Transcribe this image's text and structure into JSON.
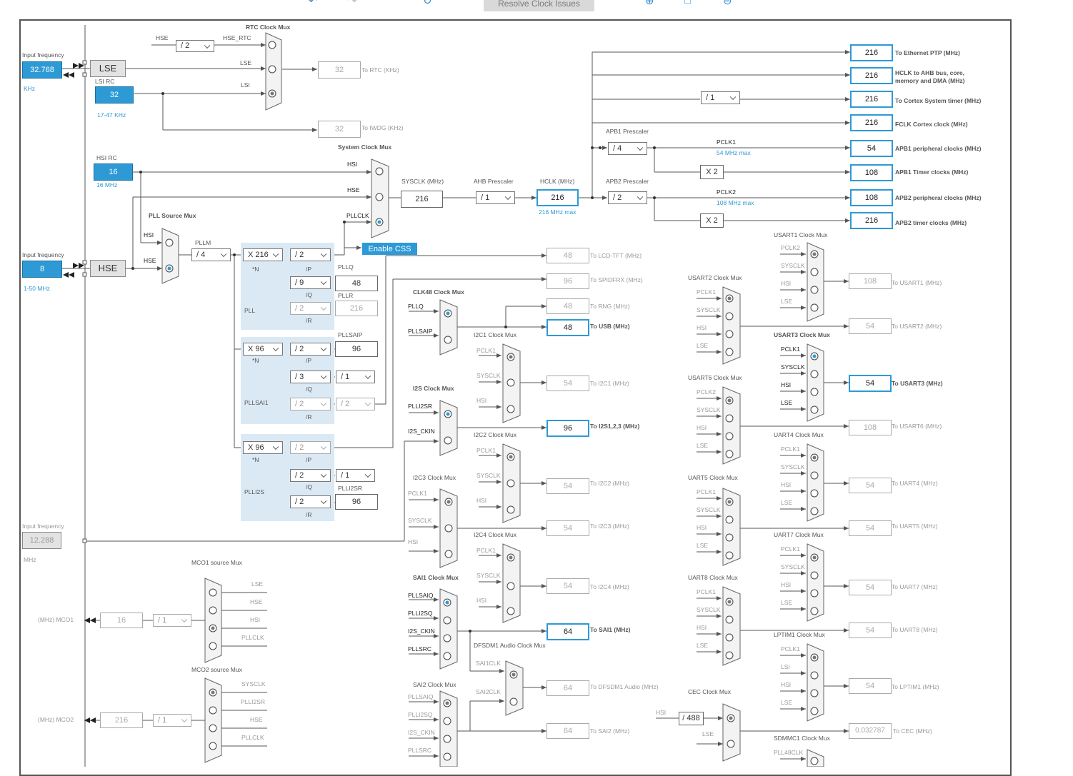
{
  "toolbar": {
    "resolve_label": "Resolve Clock Issues",
    "icons": [
      "undo-icon",
      "redo-icon",
      "refresh-icon",
      "zoom-in-icon",
      "fit-icon",
      "zoom-out-icon"
    ]
  },
  "inputs": {
    "lse": {
      "title": "Input frequency",
      "value": "32.768",
      "unit": "KHz",
      "name": "LSE"
    },
    "lsi": {
      "title": "LSI RC",
      "value": "32",
      "range": "17-47 KHz"
    },
    "hsi": {
      "title": "HSI RC",
      "value": "16",
      "unit": "16 MHz"
    },
    "hse": {
      "title": "Input frequency",
      "value": "8",
      "range": "1-50 MHz",
      "name": "HSE"
    },
    "ext": {
      "title": "Input frequency",
      "value": "12.288",
      "unit": "MHz"
    }
  },
  "rtc": {
    "title": "RTC Clock Mux",
    "hse": "HSE",
    "hse_rtc": "HSE_RTC",
    "div": "/ 2",
    "lse": "LSE",
    "lsi": "LSI",
    "to_rtc": "32",
    "to_rtc_label": "To RTC (KHz)",
    "to_iwdg": "32",
    "to_iwdg_label": "To IWDG (KHz)"
  },
  "sysmux": {
    "title": "System Clock Mux",
    "hsi": "HSI",
    "hse": "HSE",
    "pllclk": "PLLCLK",
    "enable_css": "Enable CSS"
  },
  "sysclk": {
    "label": "SYSCLK (MHz)",
    "value": "216"
  },
  "ahb": {
    "label": "AHB Prescaler",
    "value": "/ 1"
  },
  "hclk": {
    "label": "HCLK (MHz)",
    "value": "216",
    "max": "216 MHz max"
  },
  "apb1": {
    "label": "APB1 Prescaler",
    "value": "/ 4",
    "pclk": "PCLK1",
    "max": "54 MHz max",
    "x": "X 2"
  },
  "apb2": {
    "label": "APB2 Prescaler",
    "value": "/ 2",
    "pclk": "PCLK2",
    "max": "108 MHz max",
    "x": "X 2"
  },
  "cortex_div": "/ 1",
  "outputs_top": [
    {
      "value": "216",
      "label": "To Ethernet PTP (MHz)"
    },
    {
      "value": "216",
      "label": "HCLK to AHB bus, core,",
      "label2": "memory and DMA (MHz)"
    },
    {
      "value": "216",
      "label": "To Cortex System timer (MHz)"
    },
    {
      "value": "216",
      "label": "FCLK Cortex clock (MHz)"
    },
    {
      "value": "54",
      "label": "APB1 peripheral clocks (MHz)"
    },
    {
      "value": "108",
      "label": "APB1 Timer clocks (MHz)"
    },
    {
      "value": "108",
      "label": "APB2 peripheral clocks (MHz)"
    },
    {
      "value": "216",
      "label": "APB2 timer clocks (MHz)"
    }
  ],
  "pllmux": {
    "title": "PLL Source Mux",
    "hsi": "HSI",
    "hse": "HSE",
    "pllm_label": "PLLM",
    "pllm": "/ 4"
  },
  "pll": {
    "name": "PLL",
    "n": "X 216",
    "n_label": "*N",
    "p": "/ 2",
    "p_label": "/P",
    "q": "/ 9",
    "q_label": "/Q",
    "r": "/ 2",
    "r_label": "/R",
    "pllq_label": "PLLQ",
    "pllq": "48",
    "pllr_label": "PLLR",
    "pllr": "216"
  },
  "pllsai": {
    "name": "PLLSAI1",
    "n": "X 96",
    "n_label": "*N",
    "p": "/ 2",
    "p_label": "/P",
    "q": "/ 3",
    "q_label": "/Q",
    "q2": "/ 1",
    "r": "/ 2",
    "r_label": "/R",
    "r2": "/ 2",
    "pllsaip_label": "PLLSAIP",
    "pllsaip": "96"
  },
  "plli2s": {
    "name": "PLLI2S",
    "n": "X 96",
    "n_label": "*N",
    "p": "/ 2",
    "p_label": "/P",
    "q": "/ 2",
    "q_label": "/Q",
    "q2": "/ 1",
    "r": "/ 2",
    "r_label": "/R",
    "plli2sr_label": "PLLI2SR",
    "plli2sr": "96"
  },
  "mid_outputs": [
    {
      "value": "48",
      "label": "To LCD-TFT (MHz)"
    },
    {
      "value": "96",
      "label": "To SPIDFRX (MHz)"
    },
    {
      "value": "48",
      "label": "To RNG (MHz)"
    },
    {
      "value": "48",
      "label": "To USB (MHz)"
    },
    {
      "value": "54",
      "label": "To I2C1 (MHz)"
    },
    {
      "value": "96",
      "label": "To I2S1,2,3 (MHz)"
    },
    {
      "value": "54",
      "label": "To I2C2 (MHz)"
    },
    {
      "value": "54",
      "label": "To I2C3 (MHz)"
    },
    {
      "value": "54",
      "label": "To I2C4 (MHz)"
    },
    {
      "value": "64",
      "label": "To SAI1 (MHz)"
    },
    {
      "value": "64",
      "label": "To DFSDM1 Audio (MHz)"
    },
    {
      "value": "64",
      "label": "To SAI2 (MHz)"
    }
  ],
  "mux_titles": {
    "clk48": "CLK48 Clock Mux",
    "i2s": "I2S Clock Mux",
    "i2c1": "I2C1 Clock Mux",
    "i2c2": "I2C2 Clock Mux",
    "i2c3": "I2C3 Clock Mux",
    "i2c4": "I2C4 Clock Mux",
    "sai1": "SAI1 Clock Mux",
    "dfsdm": "DFSDM1 Audio Clock Mux",
    "sai2": "SAI2 Clock Mux",
    "mco1": "MCO1 source Mux",
    "mco2": "MCO2 source Mux",
    "usart1": "USART1 Clock Mux",
    "usart2": "USART2 Clock Mux",
    "usart3": "USART3 Clock Mux",
    "usart6": "USART6 Clock Mux",
    "uart4": "UART4 Clock Mux",
    "uart5": "UART5 Clock Mux",
    "uart7": "UART7 Clock Mux",
    "uart8": "UART8 Clock Mux",
    "lptim1": "LPTIM1 Clock Mux",
    "cec": "CEC Clock Mux",
    "sdmmc1": "SDMMC1 Clock Mux"
  },
  "sig": {
    "pllq": "PLLQ",
    "pllsaip": "PLLSAIP",
    "plli2sr": "PLLI2SR",
    "i2s_ckin": "I2S_CKIN",
    "pclk1": "PCLK1",
    "pclk2": "PCLK2",
    "sysclk": "SYSCLK",
    "hsi": "HSI",
    "lse": "LSE",
    "lsi": "LSI",
    "pllsaiq": "PLLSAIQ",
    "plli2sq": "PLLI2SQ",
    "pllsrc": "PLLSRC",
    "sai1clk": "SAI1CLK",
    "sai2clk": "SAI2CLK",
    "hse": "HSE",
    "pllclk": "PLLCLK",
    "pll48clk": "PLL48CLK",
    "div488": "/ 488"
  },
  "mco1": {
    "label": "(MHz) MCO1",
    "value": "16",
    "div": "/ 1"
  },
  "mco2": {
    "label": "(MHz) MCO2",
    "value": "216",
    "div": "/ 1"
  },
  "right_outputs": [
    {
      "value": "108",
      "label": "To USART1 (MHz)"
    },
    {
      "value": "54",
      "label": "To USART2 (MHz)"
    },
    {
      "value": "54",
      "label": "To USART3 (MHz)"
    },
    {
      "value": "108",
      "label": "To USART6 (MHz)"
    },
    {
      "value": "54",
      "label": "To UART4 (MHz)"
    },
    {
      "value": "54",
      "label": "To UART5 (MHz)"
    },
    {
      "value": "54",
      "label": "To UART7 (MHz)"
    },
    {
      "value": "54",
      "label": "To UART8 (MHz)"
    },
    {
      "value": "54",
      "label": "To LPTIM1 (MHz)"
    },
    {
      "value": "0.032787",
      "label": "To CEC (MHz)"
    }
  ]
}
